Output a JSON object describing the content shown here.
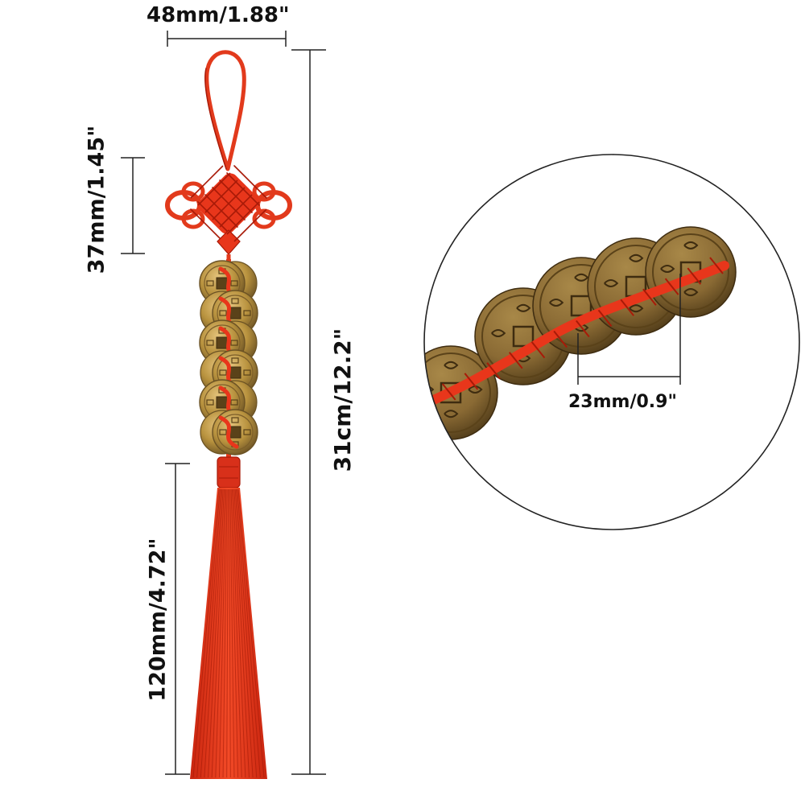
{
  "dimensions": {
    "width": "48mm/1.88\"",
    "knot_height": "37mm/1.45\"",
    "total_length": "31cm/12.2\"",
    "tassel_length": "120mm/4.72\"",
    "coin_diameter": "23mm/0.9\""
  },
  "product": {
    "coin_count": 6
  },
  "colors": {
    "cord": "#e8361b",
    "cord_dark": "#b81e0c",
    "coin": "#b8923e",
    "coin_dark": "#6b5224",
    "line": "#222222"
  },
  "icons": [
    "chinese-knot-icon",
    "coin-icon",
    "tassel-icon",
    "zoom-circle-icon"
  ]
}
